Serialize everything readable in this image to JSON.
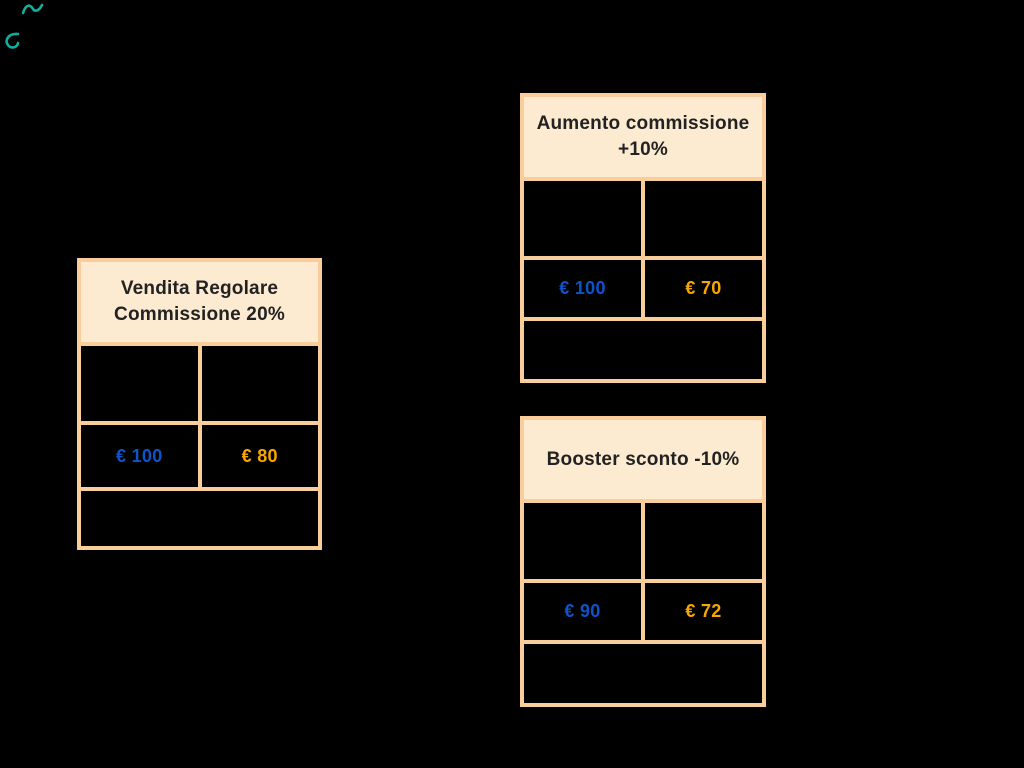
{
  "canvas": {
    "background": "#000000"
  },
  "colors": {
    "background": "#000000",
    "border_peach": "#F9CE9B",
    "header_fill": "#FCEBD1",
    "header_text": "#222222",
    "price_blue": "#0E53C8",
    "payout_yellow": "#F8A600",
    "scribble_teal": "#0FAF9B"
  },
  "decorations": [
    {
      "name": "teal-scribble-1"
    },
    {
      "name": "teal-scribble-2"
    }
  ],
  "boxes": [
    {
      "id": "vendita-regolare",
      "title_line1": "Vendita Regolare",
      "title_line2": "Commissione 20%",
      "price": "€ 100",
      "payout": "€ 80"
    },
    {
      "id": "aumento-commissione",
      "title_line1": "Aumento commissione",
      "title_line2": "+10%",
      "price": "€ 100",
      "payout": "€ 70"
    },
    {
      "id": "booster-sconto",
      "title_line1": "Booster sconto -10%",
      "title_line2": "",
      "price": "€ 90",
      "payout": "€ 72"
    }
  ]
}
